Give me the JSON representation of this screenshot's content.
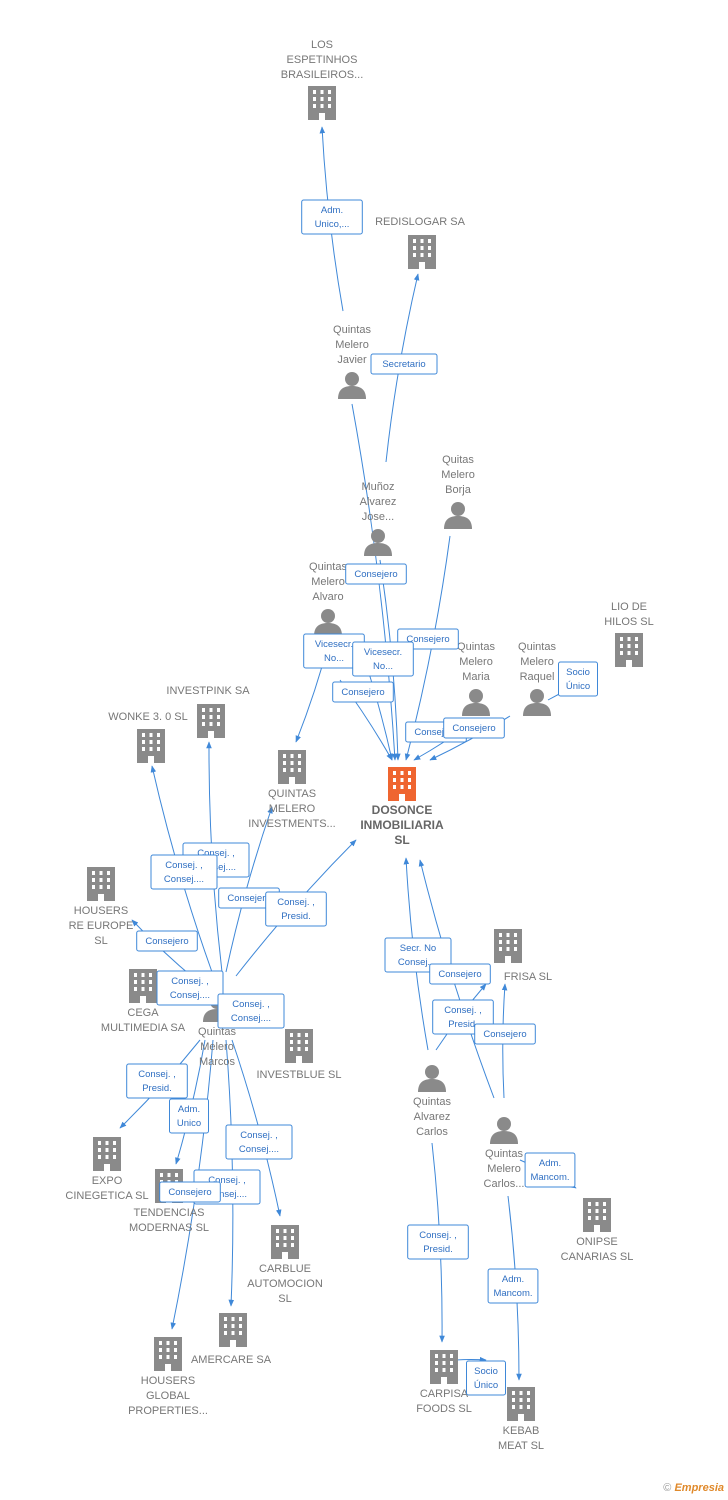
{
  "colors": {
    "edge": "#3f88d8",
    "node": "#8a8a8a",
    "main_node": "#ef6530",
    "label": "#777777"
  },
  "nodes": [
    {
      "id": "main",
      "type": "company",
      "main": true,
      "lines": [
        "DOSONCE",
        "INMOBILIARIA",
        "SL"
      ]
    },
    {
      "id": "espetinhos",
      "type": "company",
      "lines": [
        "LOS",
        "ESPETINHOS",
        "BRASILEIROS..."
      ]
    },
    {
      "id": "redislogar",
      "type": "company",
      "lines": [
        "REDISLOGAR SA"
      ]
    },
    {
      "id": "javier",
      "type": "person",
      "lines": [
        "Quintas",
        "Melero",
        "Javier"
      ]
    },
    {
      "id": "borja",
      "type": "person",
      "lines": [
        "Quitas",
        "Melero",
        "Borja"
      ]
    },
    {
      "id": "jose",
      "type": "person",
      "lines": [
        "Muñoz",
        "Alvarez",
        "Jose..."
      ]
    },
    {
      "id": "alvaro",
      "type": "person",
      "lines": [
        "Quintas",
        "Melero",
        "Alvaro"
      ]
    },
    {
      "id": "maria",
      "type": "person",
      "lines": [
        "Quintas",
        "Melero",
        "Maria"
      ]
    },
    {
      "id": "raquel",
      "type": "person",
      "lines": [
        "Quintas",
        "Melero",
        "Raquel"
      ]
    },
    {
      "id": "liodehilos",
      "type": "company",
      "lines": [
        "LIO DE",
        "HILOS  SL"
      ]
    },
    {
      "id": "investpink",
      "type": "company",
      "lines": [
        "INVESTPINK SA"
      ]
    },
    {
      "id": "wonke",
      "type": "company",
      "lines": [
        "WONKE 3. 0 SL"
      ]
    },
    {
      "id": "qminvest",
      "type": "company",
      "lines": [
        "QUINTAS",
        "MELERO",
        "INVESTMENTS..."
      ]
    },
    {
      "id": "housersre",
      "type": "company",
      "lines": [
        "HOUSERS",
        "RE EUROPE",
        "SL"
      ]
    },
    {
      "id": "cega",
      "type": "company",
      "lines": [
        "CEGA",
        "MULTIMEDIA SA"
      ]
    },
    {
      "id": "marcos",
      "type": "person",
      "lines": [
        "Quintas",
        "Melero",
        "Marcos"
      ]
    },
    {
      "id": "investblue",
      "type": "company",
      "lines": [
        "INVESTBLUE SL"
      ]
    },
    {
      "id": "frisa",
      "type": "company",
      "lines": [
        "FRISA  SL"
      ]
    },
    {
      "id": "carlos_a",
      "type": "person",
      "lines": [
        "Quintas",
        "Alvarez",
        "Carlos"
      ]
    },
    {
      "id": "carlos_m",
      "type": "person",
      "lines": [
        "Quintas",
        "Melero",
        "Carlos..."
      ]
    },
    {
      "id": "onipse",
      "type": "company",
      "lines": [
        "ONIPSE",
        "CANARIAS SL"
      ]
    },
    {
      "id": "expo",
      "type": "company",
      "lines": [
        "EXPO",
        "CINEGETICA SL"
      ]
    },
    {
      "id": "tendencias",
      "type": "company",
      "lines": [
        "TENDENCIAS",
        "MODERNAS SL"
      ]
    },
    {
      "id": "carblue",
      "type": "company",
      "lines": [
        "CARBLUE",
        "AUTOMOCION",
        "SL"
      ]
    },
    {
      "id": "amercare",
      "type": "company",
      "lines": [
        "AMERCARE SA"
      ]
    },
    {
      "id": "housersglobal",
      "type": "company",
      "lines": [
        "HOUSERS",
        "GLOBAL",
        "PROPERTIES..."
      ]
    },
    {
      "id": "carpisa",
      "type": "company",
      "lines": [
        "CARPISA",
        "FOODS  SL"
      ]
    },
    {
      "id": "kebab",
      "type": "company",
      "lines": [
        "KEBAB",
        "MEAT  SL"
      ]
    }
  ],
  "edges": [
    {
      "from": "javier",
      "to": "espetinhos",
      "label": [
        "Adm.",
        "Unico,..."
      ]
    },
    {
      "from": "javier",
      "to": "main",
      "label": []
    },
    {
      "from": "jose",
      "to": "redislogar",
      "label": [
        "Secretario"
      ]
    },
    {
      "from": "jose",
      "to": "main",
      "label": [
        "Consejero"
      ]
    },
    {
      "from": "borja",
      "to": "main",
      "label": [
        "Consejero"
      ]
    },
    {
      "from": "alvaro",
      "to": "qminvest",
      "label": [
        "Vicesecr.",
        "No..."
      ]
    },
    {
      "from": "alvaro",
      "to": "main",
      "label": [
        "Vicesecr.",
        "No..."
      ]
    },
    {
      "from": "alvaro",
      "to": "main",
      "label": [
        "Consejero"
      ]
    },
    {
      "from": "maria",
      "to": "main",
      "label": [
        "Consejero"
      ]
    },
    {
      "from": "raquel",
      "to": "main",
      "label": [
        "Consejero"
      ]
    },
    {
      "from": "raquel",
      "to": "liodehilos",
      "label": [
        "Socio",
        "Único"
      ]
    },
    {
      "from": "marcos",
      "to": "investpink",
      "label": [
        "Consej. ,",
        "Consej...."
      ]
    },
    {
      "from": "marcos",
      "to": "wonke",
      "label": [
        "Consej. ,",
        "Consej...."
      ]
    },
    {
      "from": "marcos",
      "to": "qminvest",
      "label": [
        "Consejero"
      ]
    },
    {
      "from": "marcos",
      "to": "main",
      "label": [
        "Consej. ,",
        "Presid."
      ]
    },
    {
      "from": "marcos",
      "to": "housersre",
      "label": [
        "Consejero"
      ]
    },
    {
      "from": "marcos",
      "to": "cega",
      "label": [
        "Consej. ,",
        "Consej...."
      ]
    },
    {
      "from": "marcos",
      "to": "investblue",
      "label": [
        "Consej. ,",
        "Consej...."
      ]
    },
    {
      "from": "marcos",
      "to": "expo",
      "label": [
        "Consej. ,",
        "Presid."
      ]
    },
    {
      "from": "marcos",
      "to": "tendencias",
      "label": [
        "Adm.",
        "Unico"
      ]
    },
    {
      "from": "marcos",
      "to": "carblue",
      "label": [
        "Consej. ,",
        "Consej...."
      ]
    },
    {
      "from": "marcos",
      "to": "amercare",
      "label": [
        "Consej. ,",
        "Consej...."
      ]
    },
    {
      "from": "marcos",
      "to": "housersglobal",
      "label": [
        "Consejero"
      ]
    },
    {
      "from": "carlos_a",
      "to": "main",
      "label": [
        "Secr.  No",
        "Consej...."
      ]
    },
    {
      "from": "carlos_a",
      "to": "frisa",
      "label": [
        "Consej. ,",
        "Presid."
      ]
    },
    {
      "from": "carlos_a",
      "to": "carpisa",
      "label": [
        "Consej. ,",
        "Presid."
      ]
    },
    {
      "from": "carlos_m",
      "to": "main",
      "label": [
        "Consejero"
      ]
    },
    {
      "from": "carlos_m",
      "to": "frisa",
      "label": [
        "Consejero"
      ]
    },
    {
      "from": "carlos_m",
      "to": "onipse",
      "label": [
        "Adm.",
        "Mancom."
      ]
    },
    {
      "from": "carlos_m",
      "to": "kebab",
      "label": [
        "Adm.",
        "Mancom."
      ]
    },
    {
      "from": "carpisa",
      "to": "kebab",
      "label": [
        "Socio",
        "Único"
      ]
    }
  ],
  "footer": {
    "copyright": "©",
    "brand": "Empresia"
  }
}
